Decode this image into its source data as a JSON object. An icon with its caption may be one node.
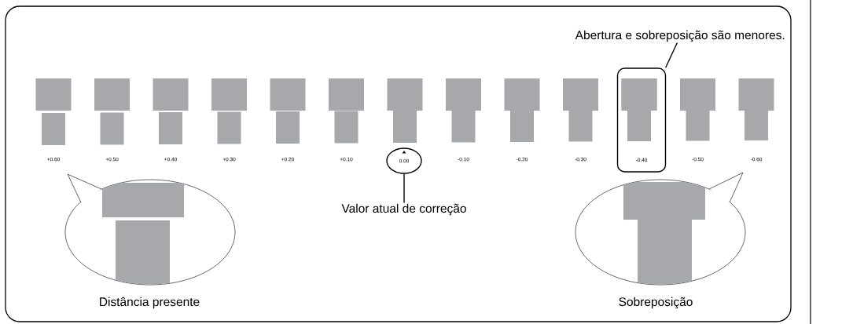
{
  "diagram": {
    "nodes": [
      {
        "text": [
          "Abertura e sobreposição são menores."
        ]
      },
      {
        "text": [
          "-0.40"
        ]
      },
      {
        "text": [
          "0.00"
        ]
      },
      {
        "text": [
          "Valor atual de correção"
        ]
      },
      {
        "text": [
          "Distância presente"
        ]
      },
      {
        "text": [
          "Sobreposição"
        ]
      }
    ],
    "edges": [
      {
        "from": 0,
        "to": 1,
        "arrow": "none"
      },
      {
        "from": 3,
        "to": 2,
        "arrow": "none"
      }
    ],
    "labels": [
      "+0.60",
      "+0.50",
      "+0.40",
      "+0.30",
      "+0.20",
      "+0.10",
      "-0.10",
      "-0.20",
      "-0.30",
      "-0.50",
      "-0.60"
    ]
  }
}
